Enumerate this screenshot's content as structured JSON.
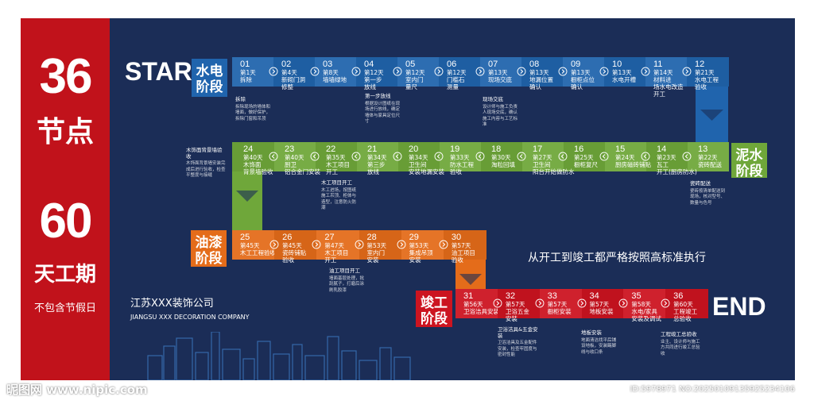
{
  "left": {
    "n36": "36",
    "n36_label": "节点",
    "n60": "60",
    "n60_label": "天工期",
    "note": "不包含节假日"
  },
  "start": "START",
  "end": "END",
  "phases": {
    "water_elec": "水电阶段",
    "mud_water": "泥水阶段",
    "paint": "油漆阶段",
    "complete": "竣工阶段"
  },
  "slogan": "从开工到竣工都严格按照高标准执行",
  "company": {
    "cn": "江苏XXX装饰公司",
    "en": "JIANGSU XXX DECORATION COMPANY"
  },
  "watermark": {
    "left": "昵图网 www.nipic.com",
    "right": "ID:5978971 NO:20250109135925234106"
  },
  "colors": {
    "blue": "#2064ad",
    "green": "#6fa73a",
    "orange": "#e46c1a",
    "red": "#cc1420",
    "board": "#1b2d57"
  },
  "nodes": [
    {
      "num": "01",
      "line1": "第1天",
      "line2": "拆除"
    },
    {
      "num": "02",
      "line1": "第4天",
      "line2": "新砌门洞",
      "line3": "修整"
    },
    {
      "num": "03",
      "line1": "第8天",
      "line2": "墙墙绿地"
    },
    {
      "num": "04",
      "line1": "第12天",
      "line2": "第一步",
      "line3": "放线"
    },
    {
      "num": "05",
      "line1": "第12天",
      "line2": "室内门",
      "line3": "量尺"
    },
    {
      "num": "06",
      "line1": "第12天",
      "line2": "门槛石",
      "line3": "测量"
    },
    {
      "num": "07",
      "line1": "第13天",
      "line2": "现场交底"
    },
    {
      "num": "08",
      "line1": "第13天",
      "line2": "地漏位置",
      "line3": "确认"
    },
    {
      "num": "09",
      "line1": "第13天",
      "line2": "橱柜点位",
      "line3": "确认"
    },
    {
      "num": "10",
      "line1": "第13天",
      "line2": "水电开槽"
    },
    {
      "num": "11",
      "line1": "第14天",
      "line2": "材料进",
      "line3": "场水电改造",
      "line4": "开工"
    },
    {
      "num": "12",
      "line1": "第21天",
      "line2": "水电工程",
      "line3": "验收"
    },
    {
      "num": "13",
      "line1": "第22天",
      "line2": "瓷砖配送"
    },
    {
      "num": "14",
      "line1": "第23天",
      "line2": "瓦工",
      "line3": "开工(厨房防水)"
    },
    {
      "num": "15",
      "line1": "第24天",
      "line2": "厨房磁砖铺贴"
    },
    {
      "num": "16",
      "line1": "第25天",
      "line2": "橱柜复尺"
    },
    {
      "num": "17",
      "line1": "第27天",
      "line2": "卫生间",
      "line3": "阳台开始做防水"
    },
    {
      "num": "18",
      "line1": "第30天",
      "line2": "淘粒回填"
    },
    {
      "num": "19",
      "line1": "第33天",
      "line2": "防水工程",
      "line3": "验收"
    },
    {
      "num": "20",
      "line1": "第34天",
      "line2": "卫生间",
      "line3": "安装地漏安装"
    },
    {
      "num": "21",
      "line1": "第34天",
      "line2": "第三步",
      "line3": "放线"
    },
    {
      "num": "22",
      "line1": "第35天",
      "line2": "木工项目",
      "line3": "开工"
    },
    {
      "num": "23",
      "line1": "第40天",
      "line2": "厨卫",
      "line3": "铝合金门安装"
    },
    {
      "num": "24",
      "line1": "第40天",
      "line2": "木饰面",
      "line3": "背景墙验收"
    },
    {
      "num": "25",
      "line1": "第45天",
      "line2": "木工工程验收"
    },
    {
      "num": "26",
      "line1": "第45天",
      "line2": "瓷砖铺贴",
      "line3": "验收"
    },
    {
      "num": "27",
      "line1": "第47天",
      "line2": "木工项目",
      "line3": "开工"
    },
    {
      "num": "28",
      "line1": "第53天",
      "line2": "室内门",
      "line3": "安装"
    },
    {
      "num": "29",
      "line1": "第53天",
      "line2": "集成吊顶",
      "line3": "安装"
    },
    {
      "num": "30",
      "line1": "第57天",
      "line2": "油工项目",
      "line3": "验收"
    },
    {
      "num": "31",
      "line1": "第56天",
      "line2": "卫浴洁具安装"
    },
    {
      "num": "32",
      "line1": "第57天",
      "line2": "卫浴五金",
      "line3": "安装"
    },
    {
      "num": "33",
      "line1": "第57天",
      "line2": "橱柜安装"
    },
    {
      "num": "34",
      "line1": "第57天",
      "line2": "地板安装"
    },
    {
      "num": "35",
      "line1": "第58天",
      "line2": "水电/家具",
      "line3": "安装及调试"
    },
    {
      "num": "36",
      "line1": "第60天",
      "line2": "工程竣工",
      "line3": "总验收"
    }
  ],
  "notes": [
    {
      "title": "拆除",
      "body": "拆除现场的墙体和墙面，做好保护，拆除门窗和吊顶"
    },
    {
      "title": "第一步放线",
      "body": "根据设计图纸在现场进行放线，确定墙体与家具定位尺寸"
    },
    {
      "title": "现场交底",
      "body": "设计师与施工负责人现场交底，确认施工内容与工艺标准"
    },
    {
      "title": "木饰面背景墙验收",
      "body": "木饰面背景墙安装完成后进行验收，检查平整度与接缝"
    },
    {
      "title": "木工项目开工",
      "body": "木工进场，按图纸施工吊顶、柜体与造型，注意防火防潮"
    },
    {
      "title": "瓷砖配送",
      "body": "瓷砖按清单配送到现场，核对型号、数量与色号"
    },
    {
      "title": "油工项目开工",
      "body": "墙面基层处理，批刮腻子，打磨后涂刷乳胶漆"
    },
    {
      "title": "卫浴洁具&五金安装",
      "body": "卫浴洁具及五金配件安装，检查牢固度与密封性能"
    },
    {
      "title": "地板安装",
      "body": "地面清洁找平后铺设地板，安装踢脚线与收口条"
    },
    {
      "title": "工程竣工总验收",
      "body": "业主、设计师与施工方共同进行竣工总验收"
    }
  ]
}
